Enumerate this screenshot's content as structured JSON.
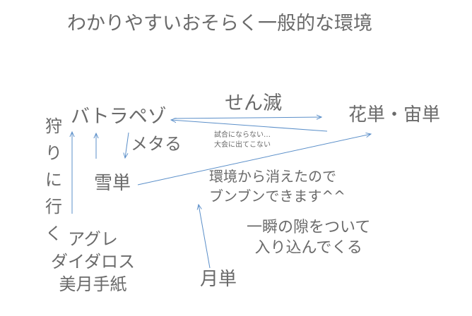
{
  "title": "わかりやすいおそらく一般的な環境",
  "nodes": {
    "hunt": "狩りに行く",
    "batorapezu": "バトラペゾ",
    "metaru": "メタる",
    "yukitan": "雪単",
    "senmetsu": "せん滅",
    "note": "試合にならない…\n大会に出てこない",
    "kachutan": "花単・宙単",
    "kankyo": "環境から消えたので\nブンブンできます^^",
    "isshun": "一瞬の隙をついて\n入り込んでくる",
    "agure": "アグレ\nダイダロス\n美月手紙",
    "tsukitan": "月単"
  },
  "colors": {
    "text": "#6a6a6a",
    "arrow": "#5b8fc9",
    "underline": "#d03030"
  }
}
